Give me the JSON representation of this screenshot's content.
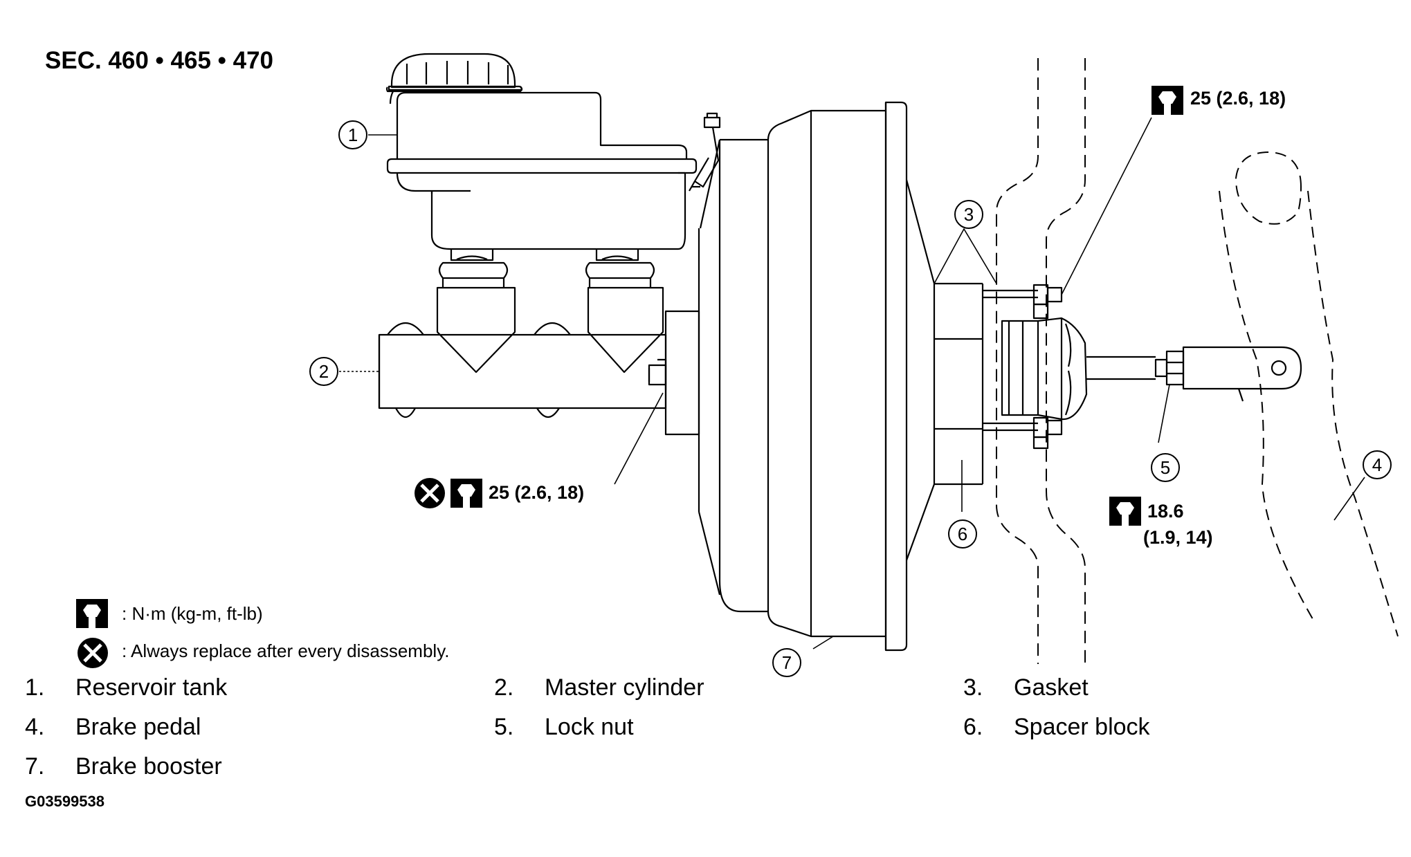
{
  "header": {
    "section": "SEC. 460 • 465 • 470"
  },
  "callouts": [
    "1",
    "2",
    "3",
    "4",
    "5",
    "6",
    "7"
  ],
  "torques": {
    "top_right": "25 (2.6, 18)",
    "master_cylinder_nut": "25 (2.6, 18)",
    "lock_nut_line1": "18.6",
    "lock_nut_line2": "(1.9, 14)"
  },
  "legend": {
    "torque_units": ": N·m (kg-m, ft-lb)",
    "replace_note": ": Always replace after every disassembly."
  },
  "parts": [
    {
      "num": "1.",
      "name": "Reservoir tank"
    },
    {
      "num": "2.",
      "name": "Master cylinder"
    },
    {
      "num": "3.",
      "name": "Gasket"
    },
    {
      "num": "4.",
      "name": "Brake pedal"
    },
    {
      "num": "5.",
      "name": "Lock nut"
    },
    {
      "num": "6.",
      "name": "Spacer block"
    },
    {
      "num": "7.",
      "name": "Brake booster"
    }
  ],
  "figure_id": "G03599538",
  "icons": [
    "torque-wrench-icon",
    "replace-x-icon"
  ],
  "colors": {
    "line": "#000000",
    "background": "#ffffff"
  }
}
